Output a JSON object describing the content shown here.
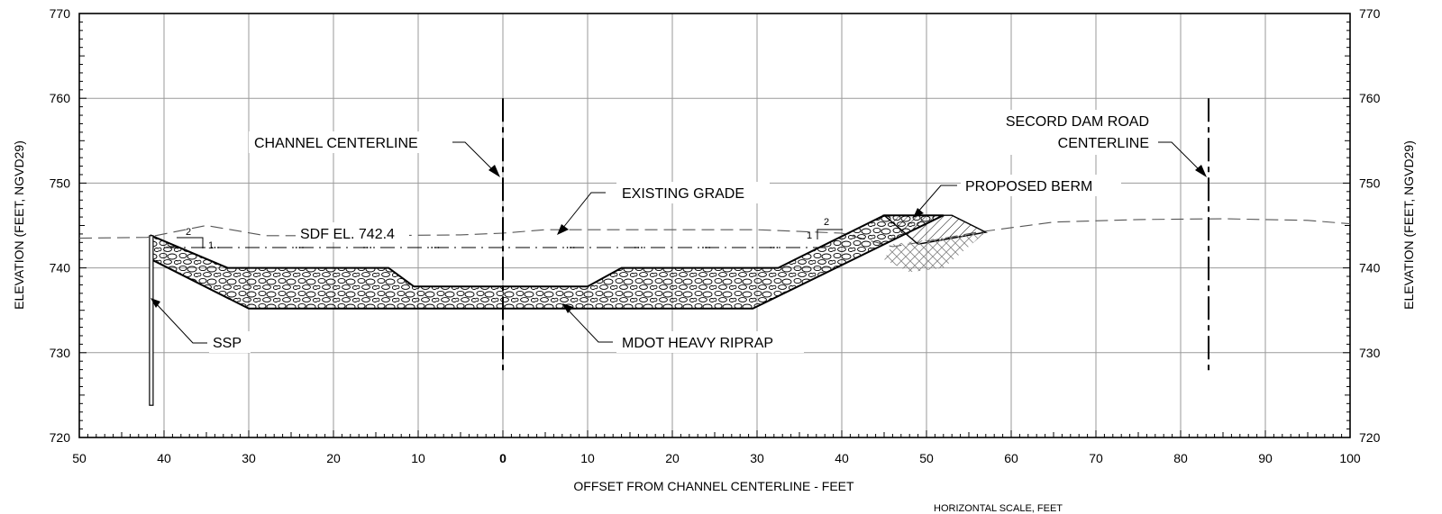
{
  "chart_data": {
    "type": "cross-section",
    "x_ticks": [
      "50",
      "40",
      "30",
      "20",
      "10",
      "0",
      "10",
      "20",
      "30",
      "40",
      "50",
      "60",
      "70",
      "80",
      "90",
      "100"
    ],
    "y_ticks": [
      770,
      760,
      750,
      740,
      730,
      720
    ],
    "x_range": [
      -50,
      100
    ],
    "y_range": [
      720,
      770
    ],
    "xlabel": "OFFSET FROM CHANNEL CENTERLINE - FEET",
    "ylabel_left": "ELEVATION (FEET, NGVD29)",
    "ylabel_right": "ELEVATION (FEET, NGVD29)",
    "grid": true,
    "scale_note": "HORIZONTAL SCALE, FEET",
    "riprap_top": [
      [
        -41.5,
        743.8
      ],
      [
        -32.5,
        740
      ],
      [
        -13.5,
        740
      ],
      [
        -10.5,
        737.8
      ],
      [
        10,
        737.8
      ],
      [
        14,
        740
      ],
      [
        32.5,
        740
      ],
      [
        45,
        746.2
      ],
      [
        52,
        746.2
      ]
    ],
    "riprap_bottom": [
      [
        -41.5,
        741
      ],
      [
        -30,
        735.2
      ],
      [
        -10.5,
        735.2
      ],
      [
        10,
        735.2
      ],
      [
        29.5,
        735.2
      ],
      [
        52,
        746.2
      ]
    ],
    "berm": [
      [
        45,
        746.2
      ],
      [
        53,
        746.2
      ],
      [
        57,
        744.2
      ],
      [
        49,
        742.8
      ]
    ],
    "existing_grade": [
      [
        -50,
        743.5
      ],
      [
        -42,
        743.6
      ],
      [
        -35,
        745
      ],
      [
        -28,
        743.8
      ],
      [
        -15,
        743.8
      ],
      [
        -5,
        743.9
      ],
      [
        0,
        744.1
      ],
      [
        5,
        744.5
      ],
      [
        15,
        744.5
      ],
      [
        30,
        744.5
      ],
      [
        40,
        744.1
      ],
      [
        46,
        742.5
      ],
      [
        51,
        743.3
      ],
      [
        56,
        744.2
      ],
      [
        65,
        745.4
      ],
      [
        75,
        745.7
      ],
      [
        85,
        745.8
      ],
      [
        95,
        745.6
      ],
      [
        100,
        745.2
      ]
    ],
    "sdf_elevation": 742.4,
    "ssp": {
      "x": -41.5,
      "top": 743.8,
      "bottom": 723.8
    },
    "channel_centerline": {
      "x": 0,
      "top": 760,
      "bottom": 727.5
    },
    "road_centerline": {
      "x": 83.3,
      "top": 760,
      "bottom": 727.5
    }
  },
  "labels": {
    "channel_centerline": "CHANNEL CENTERLINE",
    "existing_grade": "EXISTING GRADE",
    "proposed_berm": "PROPOSED BERM",
    "road_line1": "SECORD DAM ROAD",
    "road_line2": "CENTERLINE",
    "sdf": "SDF EL. 742.4",
    "ssp": "SSP",
    "riprap": "MDOT HEAVY RIPRAP",
    "slope_left_h": "2",
    "slope_left_v": "1",
    "slope_right_h": "2",
    "slope_right_v": "1"
  },
  "colors": {
    "line": "#000000",
    "grid": "#9a9a9a",
    "grade": "#555555"
  }
}
